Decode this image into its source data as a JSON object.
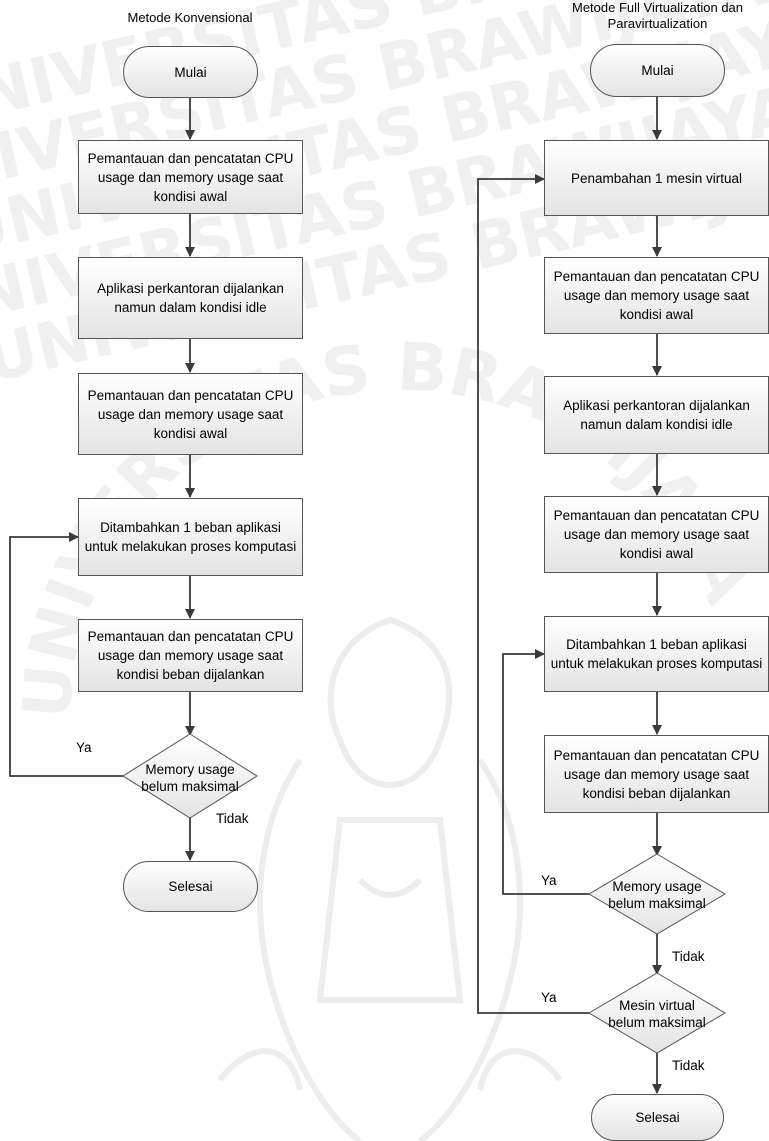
{
  "watermark": {
    "lines": [
      "UNIVERSITAS BRAWIJAYA",
      "UNIVERSITAS BRAWIJAYA",
      "UNIVERSITAS BRAWIJAYA",
      "UNIVERSITAS BRAWIJAYA",
      "UNIVERSITAS BRAWIJAYA"
    ],
    "arc": "UNIVERSITAS BRAWIJAYA"
  },
  "left": {
    "title": "Metode Konvensional",
    "start": "Mulai",
    "steps": [
      "Pemantauan dan pencatatan CPU usage dan memory usage saat kondisi awal",
      "Aplikasi perkantoran dijalankan namun dalam kondisi idle",
      "Pemantauan dan pencatatan CPU usage dan memory usage saat kondisi awal",
      "Ditambahkan 1 beban aplikasi untuk melakukan proses komputasi",
      "Pemantauan dan pencatatan CPU usage dan memory usage saat kondisi beban dijalankan"
    ],
    "decision": "Memory usage belum maksimal",
    "yes_label": "Ya",
    "no_label": "Tidak",
    "end": "Selesai"
  },
  "right": {
    "title": "Metode Full Virtualization dan Paravirtualization",
    "start": "Mulai",
    "steps": [
      "Penambahan 1 mesin virtual",
      "Pemantauan dan pencatatan CPU usage dan memory usage saat kondisi awal",
      "Aplikasi perkantoran dijalankan namun dalam kondisi idle",
      "Pemantauan dan pencatatan CPU usage dan memory usage saat kondisi awal",
      "Ditambahkan 1 beban aplikasi untuk melakukan proses komputasi",
      "Pemantauan dan pencatatan CPU usage dan memory usage saat kondisi beban dijalankan"
    ],
    "decision1": "Memory usage belum maksimal",
    "decision2": "Mesin virtual belum maksimal",
    "yes_label1": "Ya",
    "no_label1": "Tidak",
    "yes_label2": "Ya",
    "no_label2": "Tidak",
    "end": "Selesai"
  }
}
